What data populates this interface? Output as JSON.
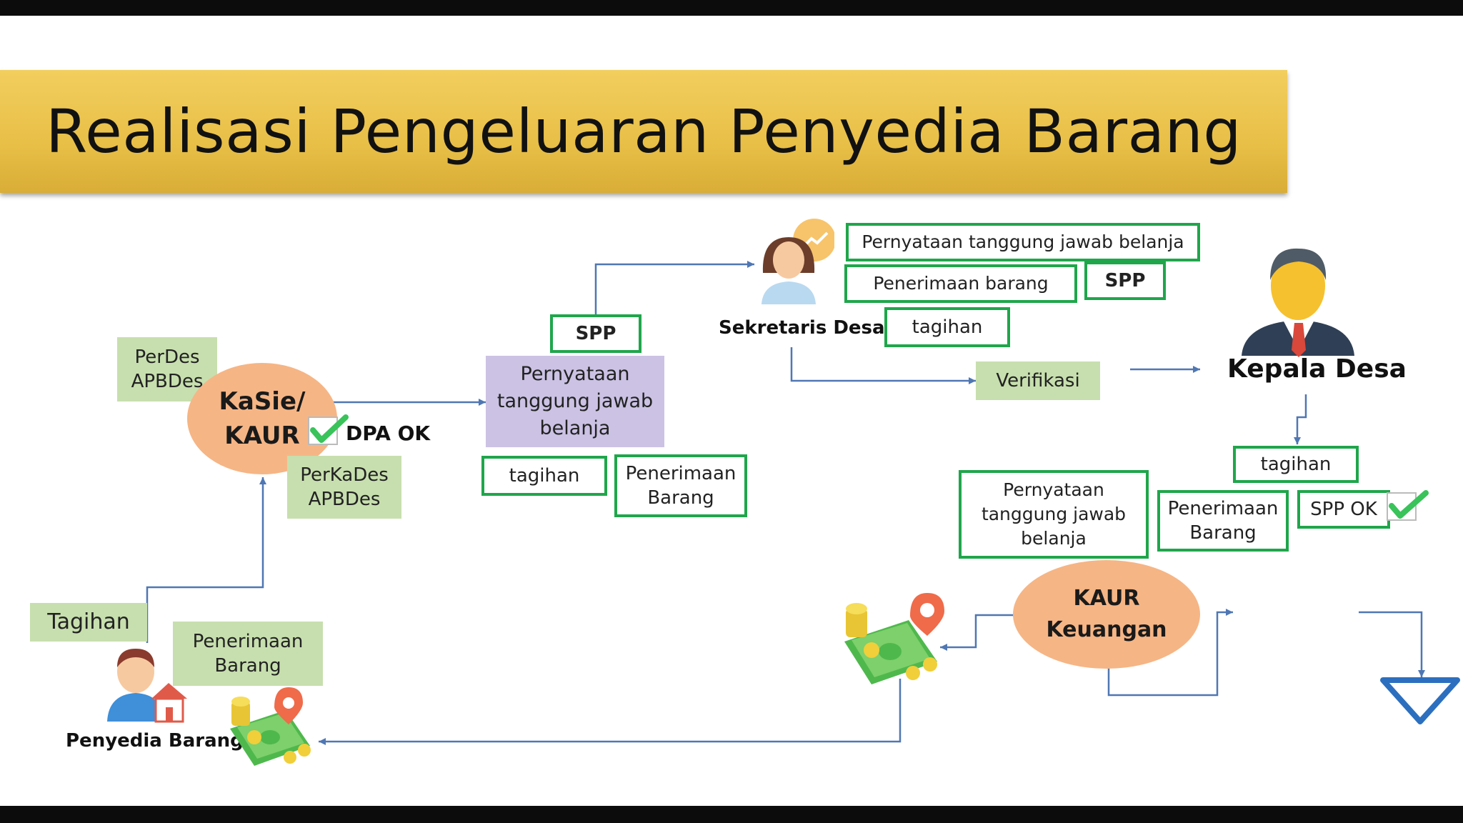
{
  "title": "Realisasi Pengeluaran Penyedia Barang",
  "kasie": {
    "name": "KaSie/\nKAUR",
    "perdes": "PerDes\nAPBDes",
    "perkades": "PerKaDes\nAPBDes",
    "dpa_ok": "DPA OK"
  },
  "middle": {
    "spp": "SPP",
    "pertanggungjawaban": "Pernyataan\ntanggung jawab\nbelanja",
    "tagihan": "tagihan",
    "penerimaan": "Penerimaan\nBarang"
  },
  "sekretaris": {
    "name": "Sekretaris Desa",
    "pertanggungjawaban": "Pernyataan tanggung jawab belanja",
    "penerimaan": "Penerimaan barang",
    "spp": "SPP",
    "tagihan": "tagihan",
    "verifikasi": "Verifikasi"
  },
  "kepala": {
    "name": "Kepala Desa",
    "tagihan": "tagihan",
    "pertanggungjawaban": "Pernyataan\ntanggung jawab\nbelanja",
    "penerimaan": "Penerimaan\nBarang",
    "spp_ok": "SPP OK"
  },
  "kaur_keuangan": {
    "name": "KAUR\nKeuangan"
  },
  "penyedia": {
    "name": "Penyedia Barang",
    "tagihan": "Tagihan",
    "penerimaan": "Penerimaan\nBarang"
  },
  "colors": {
    "banner": "#e8bf47",
    "green_border": "#1fa64b",
    "green_fill": "#c7dfae",
    "purple_fill": "#cbc2e4",
    "oval": "#f6b585",
    "arrow": "#4f77b3"
  }
}
